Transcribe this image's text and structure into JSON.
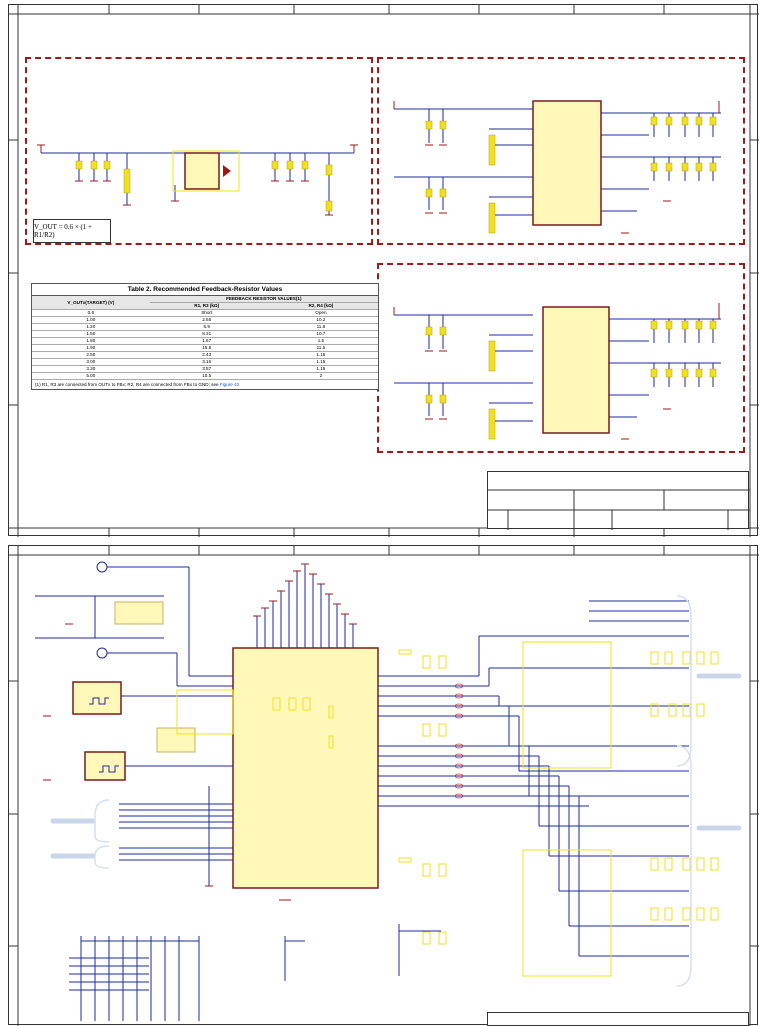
{
  "formula": {
    "text": "V_OUT = 0.6 × (1 + R1/R2)"
  },
  "table": {
    "title": "Table 2. Recommended Feedback-Resistor Values",
    "col_vout": "V_OUTx(TARGET) (V)",
    "col_group": "FEEDBACK RESISTOR VALUES(1)",
    "col_r1r3": "R1, R3 (kΩ)",
    "col_r2r4": "R2, R4 (kΩ)",
    "rows": [
      [
        "0.6",
        "Short",
        "Open"
      ],
      [
        "1.00",
        "2.55",
        "10.2"
      ],
      [
        "1.20",
        "5.9",
        "11.8"
      ],
      [
        "1.50",
        "8.31",
        "10.7"
      ],
      [
        "1.80",
        "1.67",
        "1.5"
      ],
      [
        "1.90",
        "15.8",
        "11.5"
      ],
      [
        "2.50",
        "2.43",
        "1.15"
      ],
      [
        "3.00",
        "3.16",
        "1.15"
      ],
      [
        "3.30",
        "3.57",
        "1.15"
      ],
      [
        "5.00",
        "10.5",
        "2"
      ]
    ],
    "footnote": "(1)  R1, R3 are connected from OUTx to FBx; R2, R4 are connected from FBx to GND; see",
    "footnote_link": "Figure 42"
  },
  "colors": {
    "wire": "#1c2b9c",
    "red": "#a01818",
    "ic_fill": "#fff8b8",
    "ic_stroke": "#7a1a1a",
    "yellow": "#f0e020",
    "ghost": "#c9d6ea"
  }
}
